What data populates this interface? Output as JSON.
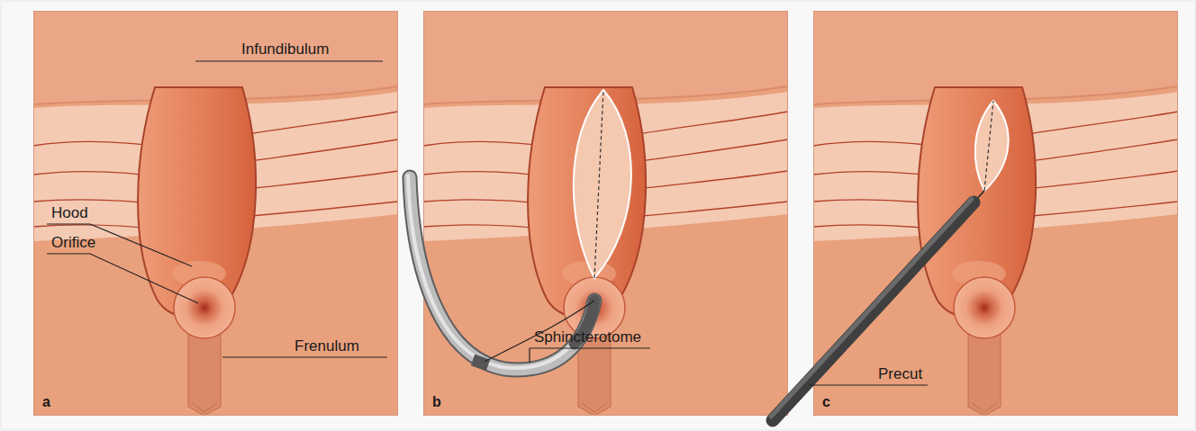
{
  "diagram": {
    "labels": [
      "Infundibulum",
      "Hood",
      "Orifice",
      "Frenulum",
      "a",
      "Sphincterotome",
      "b",
      "Precut",
      "c"
    ]
  }
}
